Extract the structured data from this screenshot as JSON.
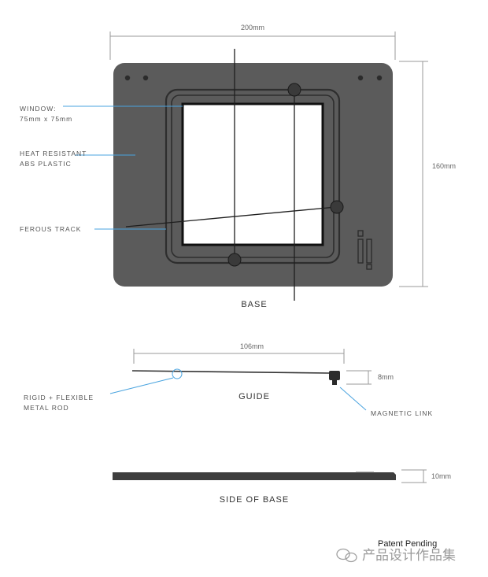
{
  "base": {
    "title": "BASE",
    "width_label": "200mm",
    "height_label": "160mm",
    "callouts": {
      "window_line1": "WINDOW:",
      "window_line2": "75mm x 75mm",
      "material_line1": "HEAT RESISTANT",
      "material_line2": "ABS PLASTIC",
      "track": "FEROUS TRACK"
    }
  },
  "guide": {
    "title": "GUIDE",
    "length_label": "106mm",
    "height_label": "8mm",
    "rod_line1": "RIGID + FLEXIBLE",
    "rod_line2": "METAL ROD",
    "magnet": "MAGNETIC LINK"
  },
  "side": {
    "title": "SIDE OF BASE",
    "thickness_label": "10mm"
  },
  "footer": {
    "patent": "Patent Pending",
    "watermark": "产品设计作品集"
  },
  "colors": {
    "body": "#5b5b5b",
    "accent_line": "#4aa3df",
    "dim_line": "#9a9a9a"
  }
}
